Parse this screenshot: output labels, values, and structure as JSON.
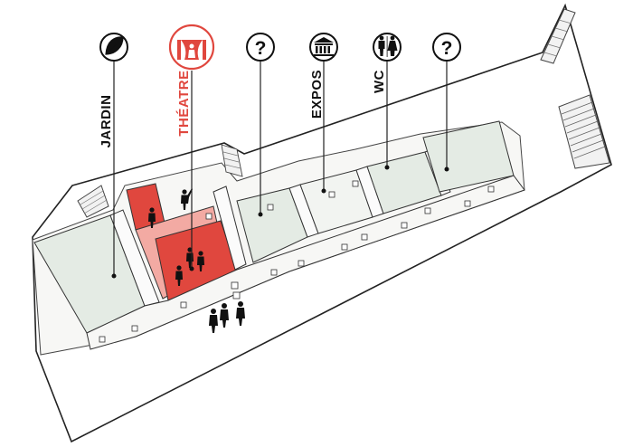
{
  "legend": {
    "items": [
      {
        "id": "jardin",
        "label": "JARDIN",
        "icon": "leaf-icon",
        "color": "#111111"
      },
      {
        "id": "theatre",
        "label": "THÉATRE",
        "icon": "theatre-icon",
        "color": "#e0473e"
      },
      {
        "id": "unknown1",
        "label": "",
        "icon": "question-icon",
        "color": "#111111"
      },
      {
        "id": "expos",
        "label": "EXPOS",
        "icon": "museum-icon",
        "color": "#111111"
      },
      {
        "id": "wc",
        "label": "WC",
        "icon": "toilet-icon",
        "color": "#111111"
      },
      {
        "id": "unknown2",
        "label": "",
        "icon": "question-icon",
        "color": "#111111"
      }
    ],
    "question_mark": "?"
  },
  "colors": {
    "accent": "#e0473e",
    "accent_light": "#f1a39d",
    "room_fill": "#e4ebe4",
    "wall_fill": "#f6f6f4",
    "outline": "#222222"
  }
}
